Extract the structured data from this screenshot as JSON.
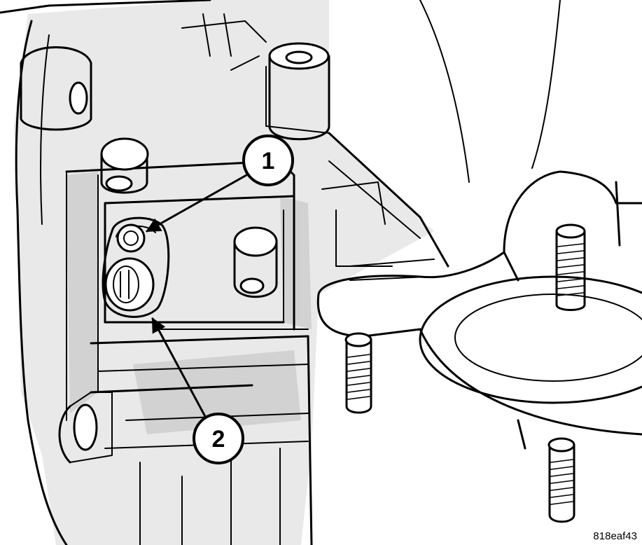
{
  "callouts": [
    {
      "number": "1"
    },
    {
      "number": "2"
    }
  ],
  "figure_id": "818eaf43"
}
